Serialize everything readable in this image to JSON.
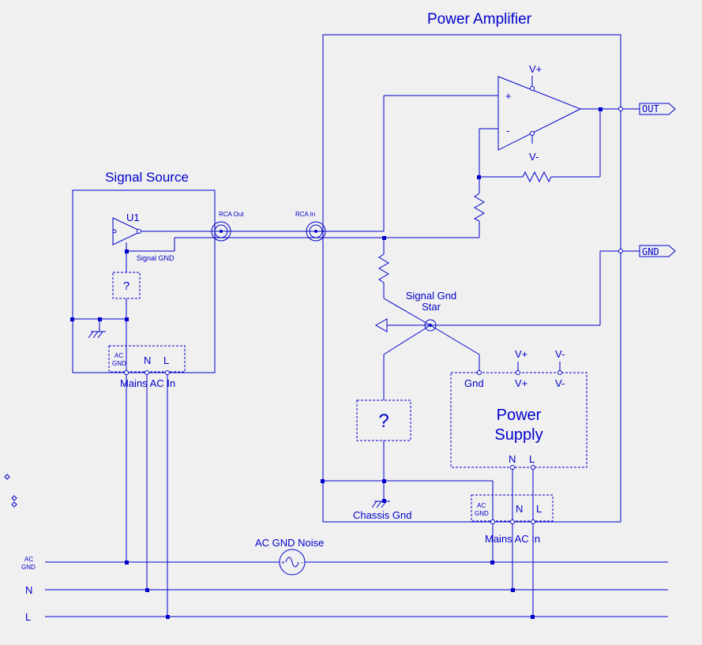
{
  "titles": {
    "power_amplifier": "Power Amplifier",
    "signal_source": "Signal Source"
  },
  "labels": {
    "u1": "U1",
    "rca_out": "RCA Out",
    "rca_in": "RCA In",
    "signal_gnd": "Signal GND",
    "signal_gnd_star_1": "Signal Gnd",
    "signal_gnd_star_2": "Star",
    "chassis_gnd": "Chassis Gnd",
    "mains_ac_in_src": "Mains AC In",
    "mains_ac_in_amp": "Mains AC In",
    "ac_gnd_noise": "AC GND Noise",
    "out_port": "OUT",
    "gnd_port": "GND",
    "opamp_plus": "+",
    "opamp_minus": "-",
    "opamp_vplus": "V+",
    "opamp_vminus": "V-",
    "unknown": "?",
    "power_supply_1": "Power",
    "power_supply_2": "Supply",
    "ps_gnd": "Gnd",
    "ps_vplus": "V+",
    "ps_vminus": "V-",
    "ps_vplus_top": "V+",
    "ps_vminus_top": "V-",
    "ps_n": "N",
    "ps_l": "L",
    "src_ac": "AC",
    "src_gnd": "GND",
    "src_n": "N",
    "src_l": "L",
    "amp_ac": "AC",
    "amp_gnd": "GND",
    "amp_n": "N",
    "amp_l": "L",
    "rail_ac": "AC",
    "rail_gnd": "GND",
    "rail_n": "N",
    "rail_l": "L"
  },
  "colors": {
    "wire": "#0000cc",
    "background": "#f0f0f0"
  }
}
